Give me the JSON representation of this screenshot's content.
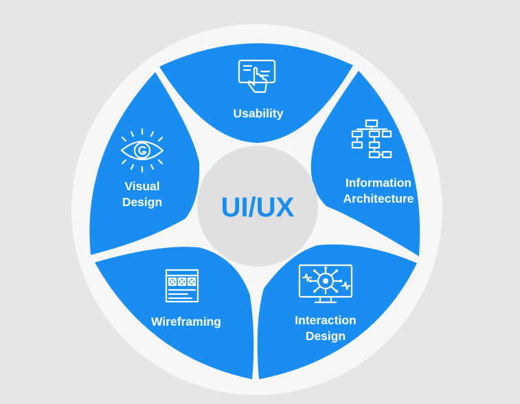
{
  "colors": {
    "background": "#e6e6e6",
    "outer_ring": "#f7f7f7",
    "petal": "#1a8ef0",
    "hub": "#e0e0e0",
    "text_on_petal": "#ffffff",
    "hub_text": "#1a8ef0"
  },
  "hub": {
    "label": "UI/UX"
  },
  "segments": [
    {
      "id": "usability",
      "icon": "tablet-touch-icon",
      "label_lines": [
        "Usability"
      ]
    },
    {
      "id": "information-architecture",
      "icon": "sitemap-icon",
      "label_lines": [
        "Information",
        "Architecture"
      ]
    },
    {
      "id": "interaction-design",
      "icon": "monitor-network-icon",
      "label_lines": [
        "Interaction",
        "Design"
      ]
    },
    {
      "id": "wireframing",
      "icon": "wireframe-icon",
      "label_lines": [
        "Wireframing"
      ]
    },
    {
      "id": "visual-design",
      "icon": "eye-icon",
      "label_lines": [
        "Visual",
        "Design"
      ]
    }
  ]
}
